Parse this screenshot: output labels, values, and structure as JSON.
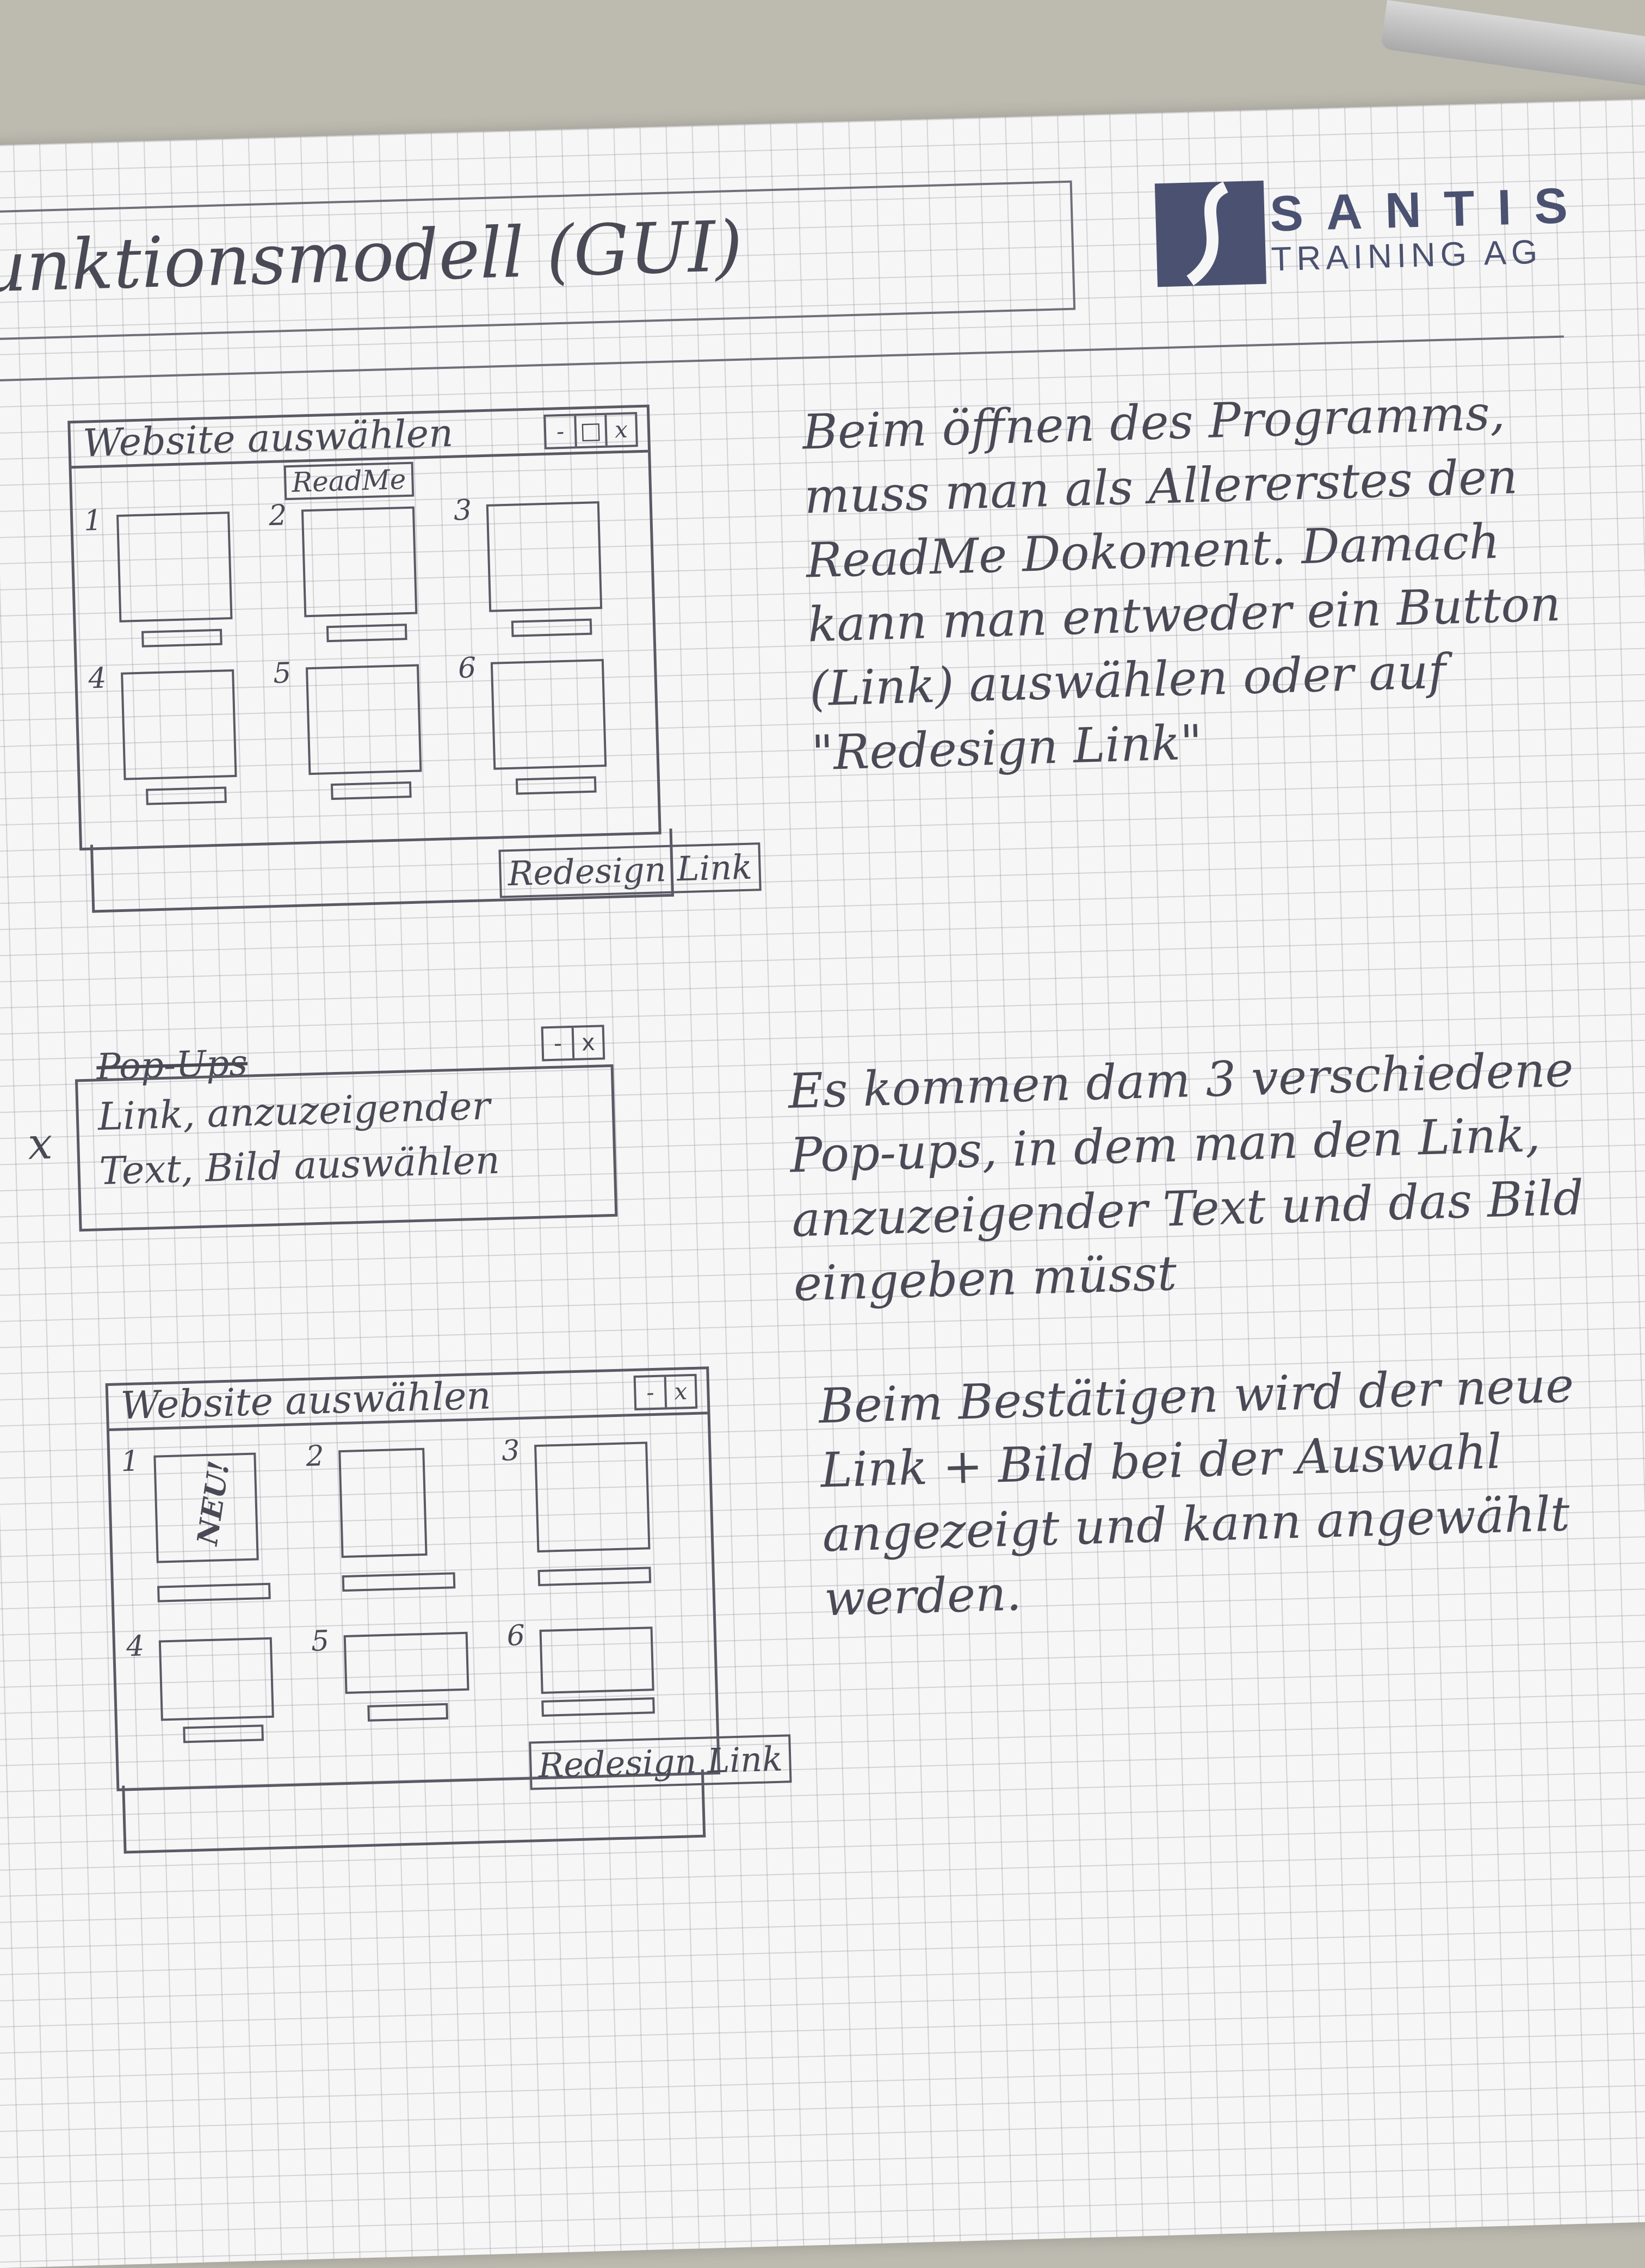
{
  "header": {
    "title": "unktionsmodell (GUI)",
    "logo_name": "SANTIS",
    "logo_sub": "TRAINING AG"
  },
  "sketch1": {
    "title": "Website auswählen",
    "controls": [
      "-",
      "□",
      "x"
    ],
    "readme": "ReadMe",
    "slots": [
      "1",
      "2",
      "3",
      "4",
      "5",
      "6"
    ],
    "redesign": "Redesign Link"
  },
  "note1": "Beim öffnen des Programms, muss man als Allererstes den ReadMe Dokoment. Damach kann man entweder ein Button (Link) auswählen oder auf \"Redesign Link\"",
  "popup": {
    "title": "Pop-Ups",
    "controls": [
      "-",
      "x"
    ],
    "body": "Link, anzuzeigender Text, Bild auswählen",
    "mark": "x"
  },
  "note2": "Es kommen dam 3 verschiedene Pop-ups, in dem man den Link, anzuzeigender Text und das Bild eingeben müsst",
  "sketch2": {
    "title": "Website auswählen",
    "controls": [
      "-",
      "x"
    ],
    "new_tag": "NEU!",
    "slots": [
      "1",
      "2",
      "3",
      "4",
      "5",
      "6"
    ],
    "redesign": "Redesign Link"
  },
  "note3": "Beim Bestätigen wird der neue Link + Bild bei der Auswahl angezeigt und kann angewählt werden.",
  "colors": {
    "ink": "#4a4a56",
    "logo": "#4b5170",
    "paper": "#f6f6f6"
  }
}
